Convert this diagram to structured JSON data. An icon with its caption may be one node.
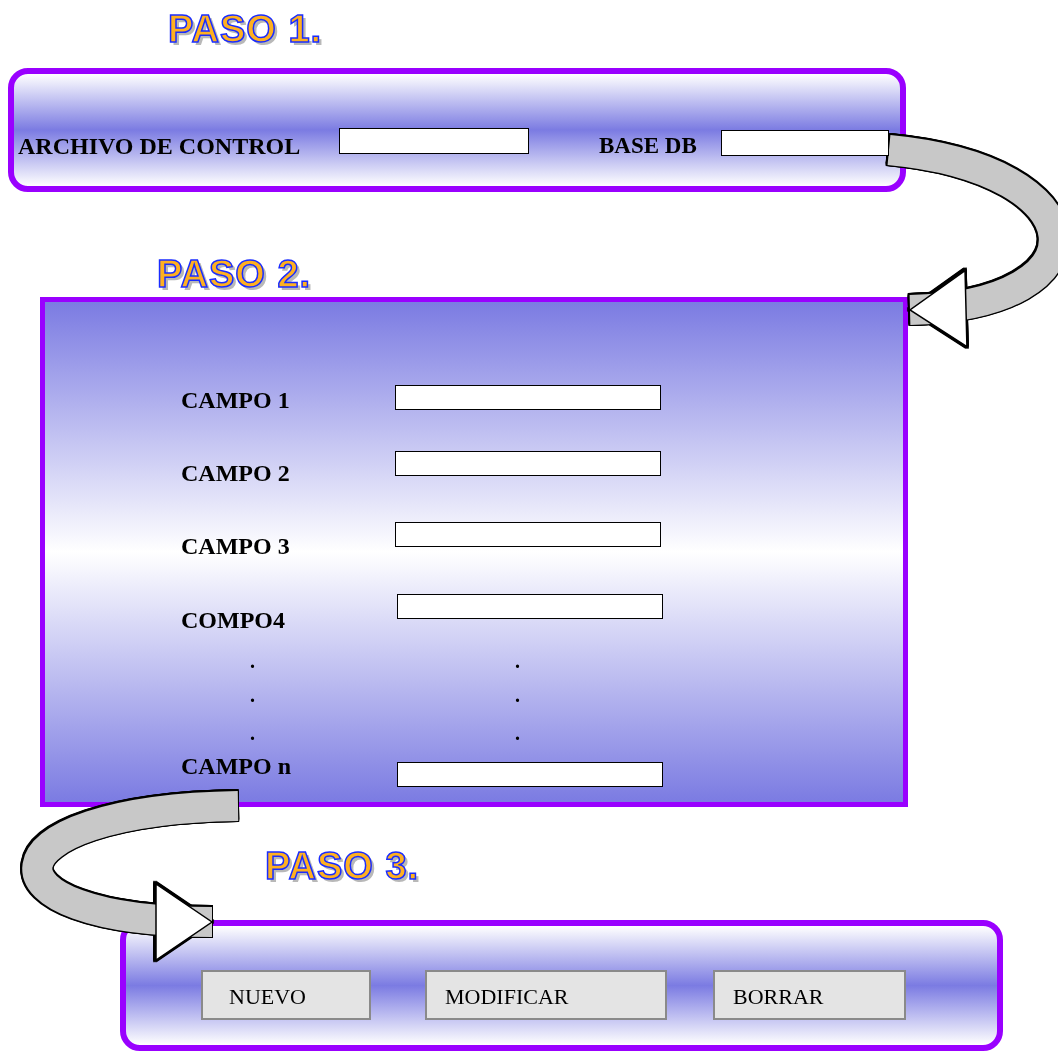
{
  "diagram": {
    "nodes": [
      {
        "text": [
          "PASO 1.",
          "ARCHIVO DE CONTROL",
          "BASE DB"
        ]
      },
      {
        "text": [],
        "shape": "box",
        "in": 0
      },
      {
        "text": [],
        "shape": "box",
        "in": 0
      },
      {
        "text": [
          "PASO 2.",
          "CAMPO 1",
          "CAMPO 2",
          "CAMPO 3",
          "COMPO4",
          "CAMPO n"
        ]
      },
      {
        "text": [],
        "shape": "box",
        "in": 3
      },
      {
        "text": [],
        "shape": "box",
        "in": 3
      },
      {
        "text": [],
        "shape": "box",
        "in": 3
      },
      {
        "text": [],
        "shape": "box",
        "in": 3
      },
      {
        "text": [],
        "shape": "box",
        "in": 3
      },
      {
        "text": [
          "PASO 3."
        ]
      },
      {
        "text": [
          "NUEVO"
        ],
        "in": 9
      },
      {
        "text": [
          "MODIFICAR"
        ],
        "in": 9
      },
      {
        "text": [
          "BORRAR"
        ],
        "in": 9
      }
    ],
    "edges": [
      {
        "from": 2,
        "to": 3,
        "arrow": "to"
      },
      {
        "from": 3,
        "to": 9,
        "arrow": "to"
      }
    ],
    "labels": [
      ".",
      ".",
      ".",
      ".",
      ".",
      "."
    ]
  }
}
